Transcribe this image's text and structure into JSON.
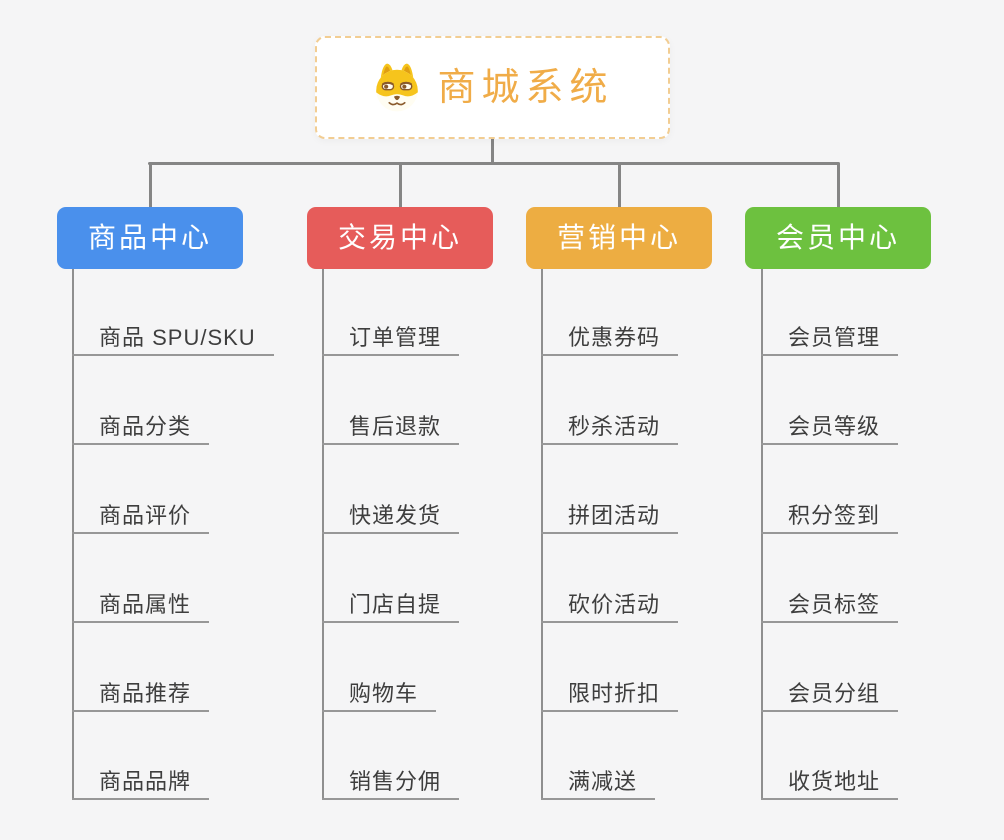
{
  "root": {
    "title": "商城系统",
    "icon": "dog-face-icon"
  },
  "branches": [
    {
      "label": "商品中心",
      "color": "#4a90ec",
      "children": [
        "商品 SPU/SKU",
        "商品分类",
        "商品评价",
        "商品属性",
        "商品推荐",
        "商品品牌"
      ]
    },
    {
      "label": "交易中心",
      "color": "#e65c5a",
      "children": [
        "订单管理",
        "售后退款",
        "快递发货",
        "门店自提",
        "购物车",
        "销售分佣"
      ]
    },
    {
      "label": "营销中心",
      "color": "#edad42",
      "children": [
        "优惠券码",
        "秒杀活动",
        "拼团活动",
        "砍价活动",
        "限时折扣",
        "满减送"
      ]
    },
    {
      "label": "会员中心",
      "color": "#6dc13f",
      "children": [
        "会员管理",
        "会员等级",
        "积分签到",
        "会员标签",
        "会员分组",
        "收货地址"
      ]
    }
  ],
  "colors": {
    "background": "#f5f5f6",
    "root_title": "#f0ac48",
    "root_border": "#f2cd92",
    "connector": "#858585",
    "underline": "#979797",
    "child_text": "#3e3e3e"
  }
}
